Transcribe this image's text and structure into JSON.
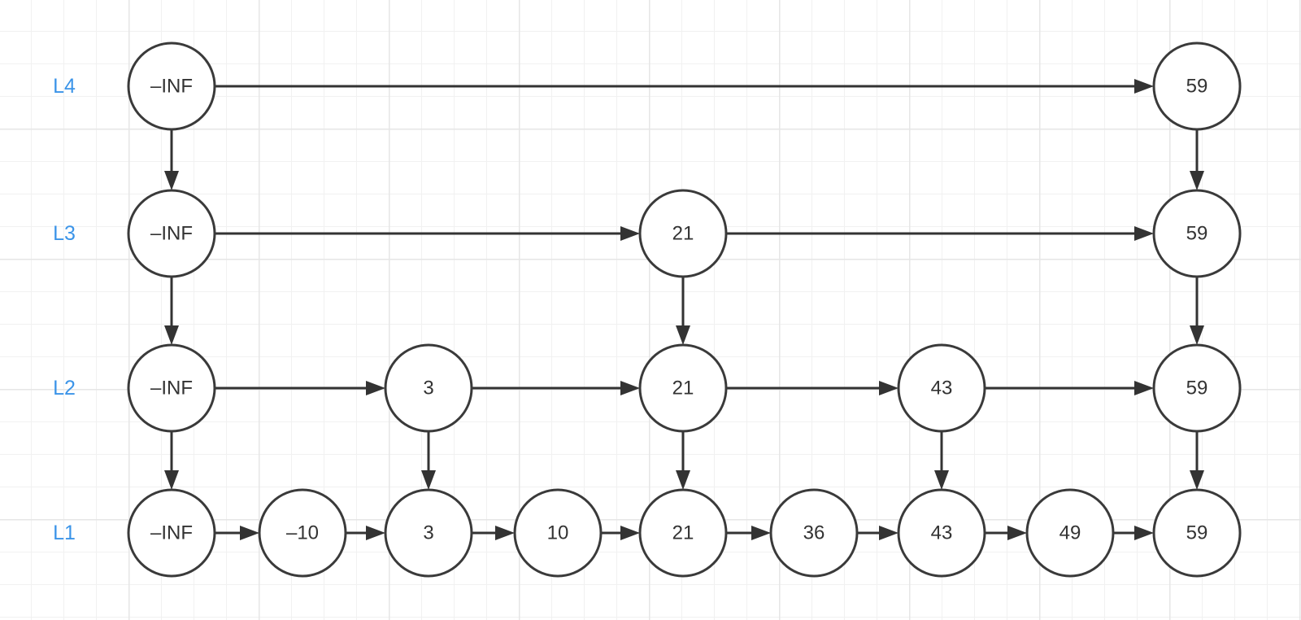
{
  "levels": [
    {
      "label": "L4",
      "nodes": [
        "–INF",
        "59"
      ]
    },
    {
      "label": "L3",
      "nodes": [
        "–INF",
        "21",
        "59"
      ]
    },
    {
      "label": "L2",
      "nodes": [
        "–INF",
        "3",
        "21",
        "43",
        "59"
      ]
    },
    {
      "label": "L1",
      "nodes": [
        "–INF",
        "–10",
        "3",
        "10",
        "21",
        "36",
        "43",
        "49",
        "59"
      ]
    }
  ],
  "colors": {
    "level_label": "#3b94e8",
    "node_stroke": "#3a3a3a",
    "arrow": "#333333",
    "grid": "#e6e6e6"
  }
}
